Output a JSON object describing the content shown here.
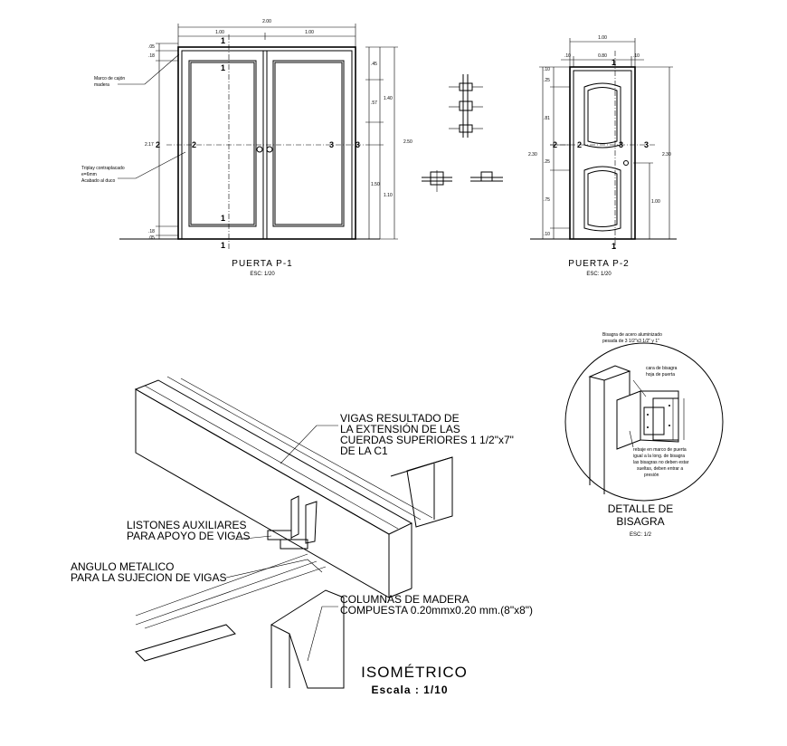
{
  "door_p1": {
    "title": "PUERTA P-1",
    "scale": "ESC: 1/20",
    "width_total": "2.00",
    "width_left": "1.00",
    "width_right": "1.00",
    "height_total": "2.50",
    "dims_right": [
      ".45",
      ".57",
      "1.40",
      "1.50",
      "1.10"
    ],
    "dims_left": [
      ".05",
      ".18",
      "2.17",
      ".18",
      ".05"
    ],
    "note_frame": [
      "Marco de cajón",
      "madera"
    ],
    "note_panel": [
      "Triplay contraplacado",
      "e=6mm",
      "Acabado al duco"
    ],
    "section_marks": [
      "1",
      "1",
      "2",
      "2",
      "1",
      "1",
      "3",
      "3"
    ]
  },
  "door_p2": {
    "title": "PUERTA P-2",
    "scale": "ESC: 1/20",
    "width_total": "1.00",
    "width_inner": "0.80",
    "width_sides": [
      ".10",
      ".10"
    ],
    "height_left": "2.30",
    "height_right": "2.30",
    "dims_left": [
      ".10",
      ".25",
      ".81",
      ".25",
      ".75",
      ".10"
    ],
    "dim_right": "1.00",
    "section_marks": [
      "1",
      "2",
      "2",
      "3",
      "3",
      "1"
    ]
  },
  "hinge": {
    "title_line1": "DETALLE DE",
    "title_line2": "BISAGRA",
    "scale": "ESC: 1/2",
    "note_top": [
      "Bisagra de acero aluminizado",
      "pesada de 3 1/2\"x3 1/2\" y 1\""
    ],
    "note_inner": [
      "cara de bisagra",
      "hoja de puerta"
    ],
    "note_bottom": [
      "rebaje en marco de puerta",
      "igual a la long. de bisagra",
      "las bisagras no deben estar",
      "sueltas, deben entrar a",
      "presión"
    ]
  },
  "isometric": {
    "label_beams": [
      "VIGAS RESULTADO DE",
      "LA EXTENSIÓN DE LAS",
      "CUERDAS SUPERIORES 1 1/2\"x7\"",
      "DE LA C1"
    ],
    "label_battens": [
      "LISTONES AUXILIARES",
      "PARA APOYO DE VIGAS"
    ],
    "label_angle": [
      "ANGULO METALICO",
      "PARA LA SUJECION DE VIGAS"
    ],
    "label_columns": [
      "COLUMNAS DE MADERA",
      "COMPUESTA 0.20mmx0.20 mm.(8\"x8\")"
    ],
    "title": "ISOMÉTRICO",
    "scale": "Escala : 1/10"
  }
}
